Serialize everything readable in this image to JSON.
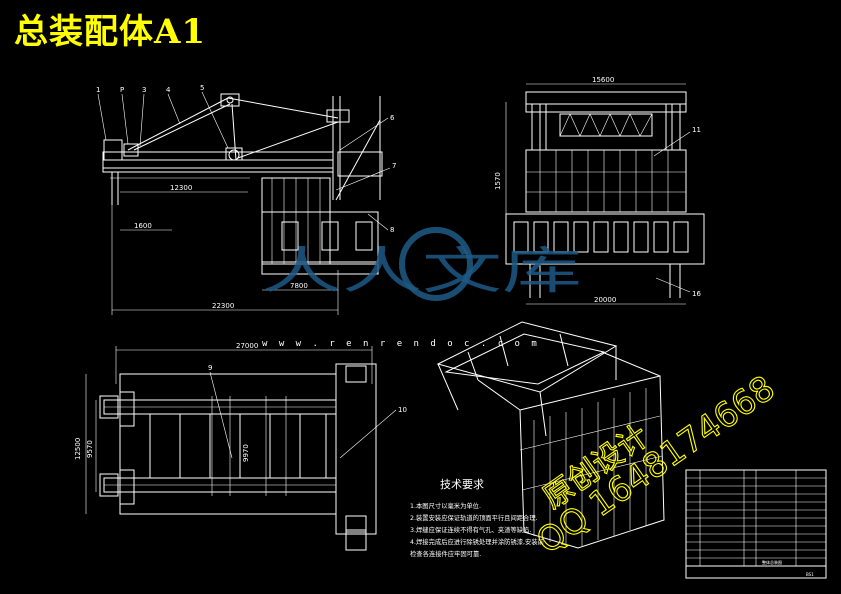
{
  "title": "总装配体A1",
  "dimensions": {
    "side_view": [
      "12300",
      "1600",
      "7800",
      "22300"
    ],
    "front_view": [
      "15600",
      "1570",
      "20000"
    ],
    "top_view": [
      "27000",
      "12500",
      "9570",
      "9970"
    ]
  },
  "balloons": {
    "side_view": [
      "1",
      "P",
      "3",
      "4",
      "5",
      "6",
      "7",
      "8"
    ],
    "front_view": [
      "11",
      "16"
    ],
    "top_view": [
      "9",
      "10"
    ]
  },
  "requirements": {
    "title": "技术要求",
    "items": [
      "1.本图尺寸以毫米为单位.",
      "2.装置安装应保证轨道的顶面平行且间距合理.",
      "3.焊缝应保证连续不得有气孔、夹渣等缺陷.",
      "4.焊接完成后应进行除锈处理并涂防锈漆,安装前",
      "  检查各连接件应牢固可靠."
    ]
  },
  "watermark": {
    "logo_text": "人人文库",
    "url": "w w w . r e n r e n d o c . c o m",
    "line1": "原创设计",
    "line2": "QQ 1648174668"
  },
  "title_block": {
    "label": "整体总装图",
    "sheet": "BS1"
  },
  "colors": {
    "background": "#000000",
    "lines": "#ffffff",
    "title": "#ffff00",
    "watermark": "#ffff00",
    "logo": "#1e5a86"
  }
}
